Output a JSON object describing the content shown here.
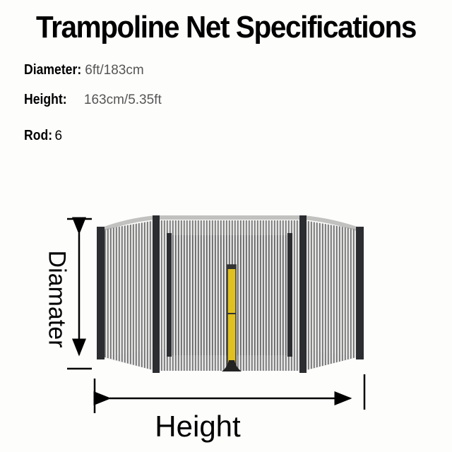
{
  "title": "Trampoline Net Specifications",
  "specs": [
    {
      "label": "Diameter:",
      "value": "6ft/183cm"
    },
    {
      "label": "Height:",
      "value": "163cm/5.35ft"
    },
    {
      "label": "Rod:",
      "value": "6"
    }
  ],
  "diagram": {
    "vertical_label": "Diamater",
    "horizontal_label": "Height",
    "colors": {
      "pole": "#2b2d30",
      "net": "#555555",
      "zipper": "#e0c020"
    }
  }
}
